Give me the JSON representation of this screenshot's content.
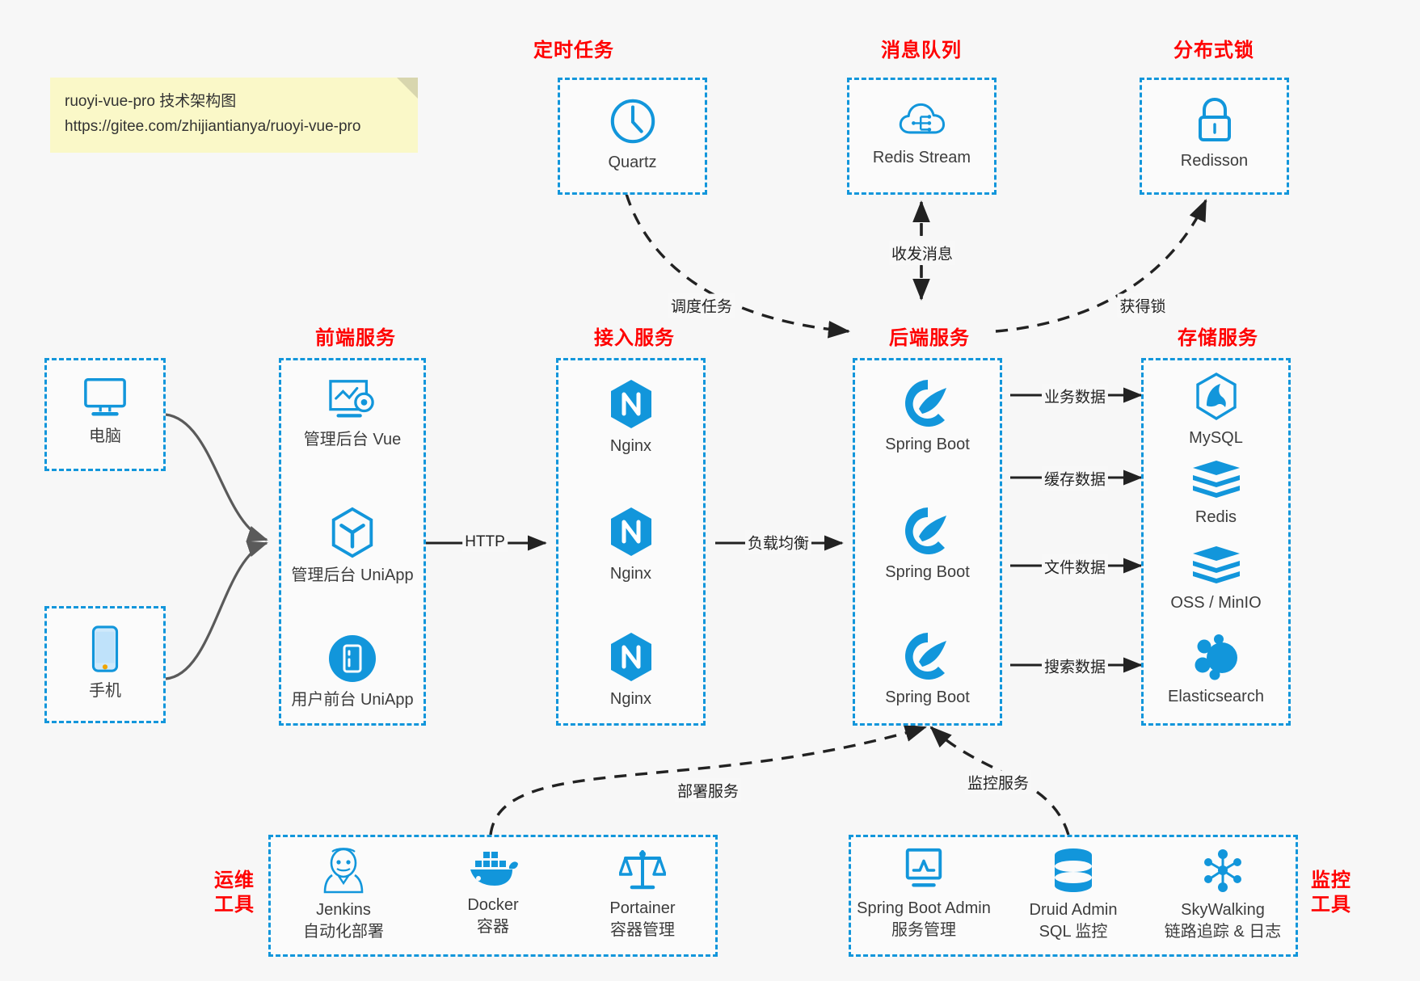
{
  "note": {
    "line1": "ruoyi-vue-pro 技术架构图",
    "line2": "https://gitee.com/zhijiantianya/ruoyi-vue-pro"
  },
  "colors": {
    "box_border": "#1296db",
    "group_title": "#ff0000",
    "icon_blue": "#1296db",
    "background": "#f7f7f7",
    "note_bg": "#faf8c8",
    "arrow": "#222222"
  },
  "groups": {
    "scheduler": {
      "title": "定时任务",
      "nodes": [
        {
          "label": "Quartz",
          "icon": "clock-icon"
        }
      ]
    },
    "mq": {
      "title": "消息队列",
      "nodes": [
        {
          "label": "Redis Stream",
          "icon": "cloud-stream-icon"
        }
      ]
    },
    "lock": {
      "title": "分布式锁",
      "nodes": [
        {
          "label": "Redisson",
          "icon": "lock-icon"
        }
      ]
    },
    "clients": {
      "title": "",
      "nodes": [
        {
          "label": "电脑",
          "icon": "desktop-icon"
        },
        {
          "label": "手机",
          "icon": "mobile-icon"
        }
      ]
    },
    "frontend": {
      "title": "前端服务",
      "nodes": [
        {
          "label": "管理后台 Vue",
          "icon": "dashboard-icon"
        },
        {
          "label": "管理后台 UniApp",
          "icon": "cube-icon"
        },
        {
          "label": "用户前台 UniApp",
          "icon": "app-circle-icon"
        }
      ]
    },
    "gateway": {
      "title": "接入服务",
      "nodes": [
        {
          "label": "Nginx",
          "icon": "nginx-icon"
        },
        {
          "label": "Nginx",
          "icon": "nginx-icon"
        },
        {
          "label": "Nginx",
          "icon": "nginx-icon"
        }
      ]
    },
    "backend": {
      "title": "后端服务",
      "nodes": [
        {
          "label": "Spring Boot",
          "icon": "spring-icon"
        },
        {
          "label": "Spring Boot",
          "icon": "spring-icon"
        },
        {
          "label": "Spring Boot",
          "icon": "spring-icon"
        }
      ]
    },
    "storage": {
      "title": "存储服务",
      "nodes": [
        {
          "label": "MySQL",
          "icon": "mysql-icon"
        },
        {
          "label": "Redis",
          "icon": "redis-icon"
        },
        {
          "label": "OSS / MinIO",
          "icon": "oss-icon"
        },
        {
          "label": "Elasticsearch",
          "icon": "elasticsearch-icon"
        }
      ]
    },
    "devops": {
      "title": "运维\n工具",
      "title_line1": "运维",
      "title_line2": "工具",
      "nodes": [
        {
          "label": "Jenkins",
          "sub": "自动化部署",
          "icon": "jenkins-icon"
        },
        {
          "label": "Docker",
          "sub": "容器",
          "icon": "docker-icon"
        },
        {
          "label": "Portainer",
          "sub": "容器管理",
          "icon": "scales-icon"
        }
      ]
    },
    "monitor": {
      "title_line1": "监控",
      "title_line2": "工具",
      "nodes": [
        {
          "label": "Spring Boot Admin",
          "sub": "服务管理",
          "icon": "monitor-chart-icon"
        },
        {
          "label": "Druid Admin",
          "sub": "SQL 监控",
          "icon": "database-icon"
        },
        {
          "label": "SkyWalking",
          "sub": "链路追踪 & 日志",
          "icon": "skywalking-icon"
        }
      ]
    }
  },
  "edges": {
    "http": "HTTP",
    "load_balance": "负载均衡",
    "schedule_task": "调度任务",
    "send_receive_message": "收发消息",
    "acquire_lock": "获得锁",
    "business_data": "业务数据",
    "cache_data": "缓存数据",
    "file_data": "文件数据",
    "search_data": "搜索数据",
    "deploy_service": "部署服务",
    "monitor_service": "监控服务"
  }
}
